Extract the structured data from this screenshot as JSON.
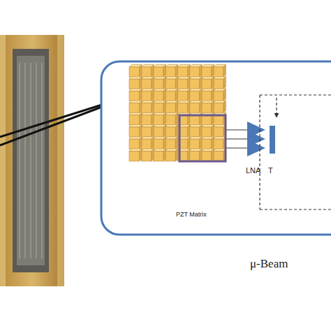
{
  "diagram": {
    "labels": [
      "PZT Matrix",
      "LNA",
      "T",
      "μ-Beam"
    ]
  }
}
